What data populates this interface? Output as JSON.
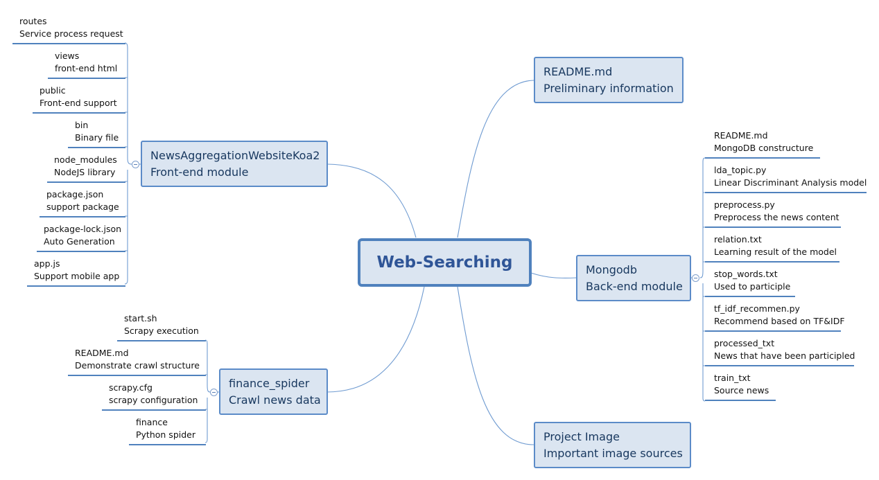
{
  "central": {
    "label": "Web-Searching"
  },
  "readme_top": {
    "title": "README.md",
    "subtitle": "Preliminary information"
  },
  "frontend": {
    "title": "NewsAggregationWebsiteKoa2",
    "subtitle": "Front-end module",
    "children": [
      {
        "name": "routes",
        "desc": "Service process request"
      },
      {
        "name": "views",
        "desc": "front-end html"
      },
      {
        "name": "public",
        "desc": "Front-end support"
      },
      {
        "name": "bin",
        "desc": "Binary file"
      },
      {
        "name": "node_modules",
        "desc": "NodeJS library"
      },
      {
        "name": "package.json",
        "desc": "support package"
      },
      {
        "name": "package-lock.json",
        "desc": "Auto Generation"
      },
      {
        "name": "app.js",
        "desc": "Support mobile app"
      }
    ]
  },
  "spider": {
    "title": "finance_spider",
    "subtitle": "Crawl news data",
    "children": [
      {
        "name": "start.sh",
        "desc": "Scrapy execution"
      },
      {
        "name": "README.md",
        "desc": "Demonstrate crawl structure"
      },
      {
        "name": "scrapy.cfg",
        "desc": "scrapy configuration"
      },
      {
        "name": "finance",
        "desc": "Python spider"
      }
    ]
  },
  "backend": {
    "title": "Mongodb",
    "subtitle": "Back-end module",
    "children": [
      {
        "name": "README.md",
        "desc": "MongoDB constructure"
      },
      {
        "name": "lda_topic.py",
        "desc": "Linear Discriminant Analysis model"
      },
      {
        "name": "preprocess.py",
        "desc": "Preprocess the news content"
      },
      {
        "name": "relation.txt",
        "desc": "Learning result of the model"
      },
      {
        "name": "stop_words.txt",
        "desc": "Used to participle"
      },
      {
        "name": "tf_idf_recommen.py",
        "desc": "Recommend based on TF&IDF"
      },
      {
        "name": "processed_txt",
        "desc": "News that have been participled"
      },
      {
        "name": "train_txt",
        "desc": "Source news"
      }
    ]
  },
  "image_node": {
    "title": "Project Image",
    "subtitle": "Important image sources"
  },
  "colors": {
    "node_fill": "#dbe5f1",
    "node_border": "#5b8bc8",
    "line": "#4f81bd",
    "central_text": "#2f5597"
  }
}
